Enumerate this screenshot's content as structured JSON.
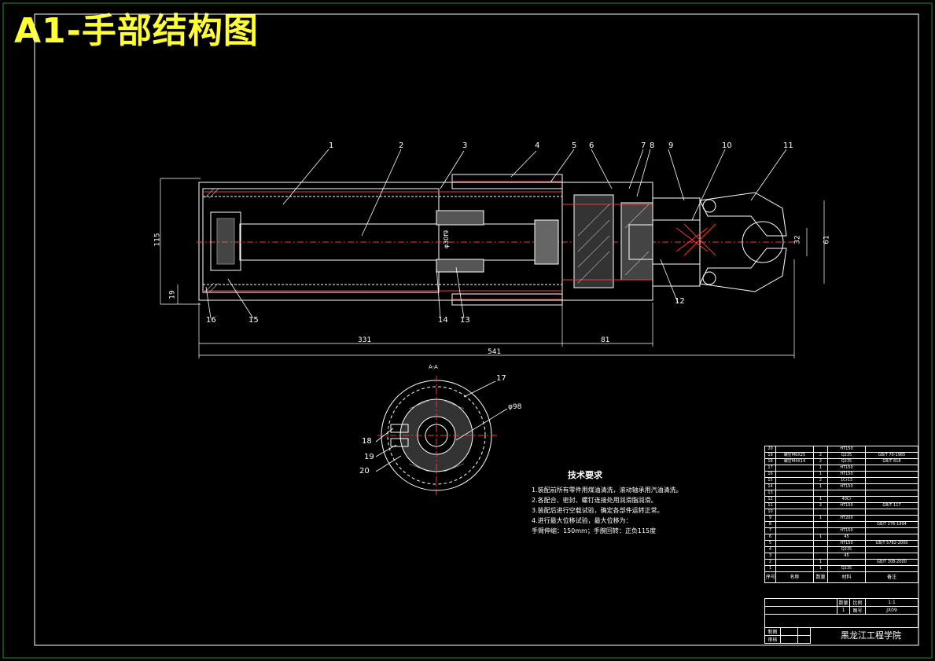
{
  "title": "A1-手部结构图",
  "part_labels": [
    "1",
    "2",
    "3",
    "4",
    "5",
    "6",
    "7",
    "8",
    "9",
    "10",
    "11",
    "12",
    "13",
    "14",
    "15",
    "16",
    "17",
    "18",
    "19",
    "20"
  ],
  "dimensions": {
    "d331": "331",
    "d81": "81",
    "d541": "541",
    "d115": "115",
    "d19": "19",
    "d61": "61",
    "d32": "32",
    "phi98": "φ98",
    "phi30f9": "φ30f9",
    "section": "A-A"
  },
  "technical_requirements": {
    "heading": "技术要求",
    "lines": [
      "1.装配前所有零件用煤油清洗，滚动轴承用汽油清洗。",
      "2.各配合、密封、螺钉连接处用润滑脂润滑。",
      "3.装配后进行空载试验，确定各部件运转正常。",
      "4.进行最大位移试验，最大位移为：",
      "  手臂伸缩：150mm；手腕回转：正负115度"
    ]
  },
  "bom": [
    [
      "20",
      "",
      "",
      "HT150",
      ""
    ],
    [
      "19",
      "螺钉M6X25",
      "2",
      "Q235",
      "GB/T 70-1985"
    ],
    [
      "18",
      "螺钉M4X14",
      "2",
      "Q235",
      "GB/T 818"
    ],
    [
      "17",
      "",
      "1",
      "HT150",
      ""
    ],
    [
      "16",
      "",
      "1",
      "HT150",
      ""
    ],
    [
      "15",
      "",
      "2",
      "1Cr13",
      ""
    ],
    [
      "14",
      "",
      "1",
      "HT150",
      ""
    ],
    [
      "13",
      "",
      "",
      "",
      ""
    ],
    [
      "12",
      "",
      "1",
      "40Cr",
      ""
    ],
    [
      "11",
      "",
      "2",
      "HT150",
      "GB/T 117"
    ],
    [
      "10",
      "",
      "",
      "",
      ""
    ],
    [
      "9",
      "",
      "1",
      "HT200",
      ""
    ],
    [
      "8",
      "",
      "",
      "",
      "GB/T 276-1994"
    ],
    [
      "7",
      "",
      "",
      "HT150",
      ""
    ],
    [
      "6",
      "",
      "1",
      "45",
      ""
    ],
    [
      "5",
      "",
      "",
      "HT150",
      "GB/T 5782-2000"
    ],
    [
      "4",
      "",
      "",
      "Q235",
      ""
    ],
    [
      "3",
      "",
      "",
      "45",
      ""
    ],
    [
      "2",
      "",
      "1",
      "",
      "GB/T 308-2000"
    ],
    [
      "1",
      "",
      "1",
      "Q235",
      ""
    ],
    [
      "序号",
      "名称",
      "数量",
      "材料",
      "备注"
    ]
  ],
  "title_block": {
    "ratio_label": "比例",
    "ratio_value": "1:1",
    "drawing_no_label": "图号",
    "drawing_no_value": "JX09",
    "qty_label": "数量",
    "qty_value": "1",
    "school": "黑龙江工程学院",
    "drawn_by_label": "制图",
    "checked_by_label": "审核"
  }
}
